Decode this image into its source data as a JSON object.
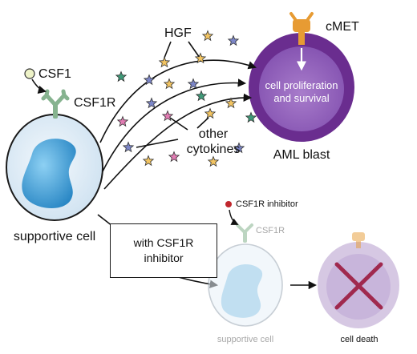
{
  "labels": {
    "hgf": "HGF",
    "cmet": "cMET",
    "csf1": "CSF1",
    "csf1r": "CSF1R",
    "cell_proliferation_line1": "cell proliferation",
    "cell_proliferation_line2": "and survival",
    "other_cytokines_line1": "other",
    "other_cytokines_line2": "cytokines",
    "aml_blast": "AML blast",
    "supportive_cell": "supportive cell",
    "with_inhibitor_line1": "with CSF1R",
    "with_inhibitor_line2": "inhibitor",
    "csf1r_inhibitor": "CSF1R inhibitor",
    "csf1r_faded": "CSF1R",
    "supportive_cell_faded": "supportive cell",
    "cell_death": "cell death"
  },
  "colors": {
    "aml_outer": "#6a2d8f",
    "aml_inner": "#9c6ac4",
    "aml_membrane": "#d6c6e3",
    "cell_body": "#e3eef8",
    "cell_nucleus": "#2f93cf",
    "receptor_green": "#86b38f",
    "cmet_orange": "#e79b33",
    "inhibitor_red": "#c0272d",
    "death_x": "#a0294e"
  }
}
